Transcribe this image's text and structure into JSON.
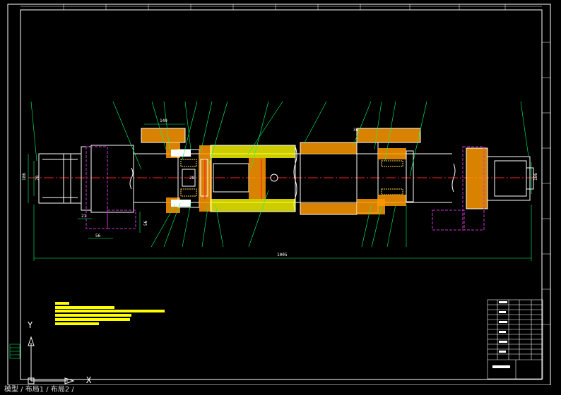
{
  "colors": {
    "background": "#000000",
    "border": "#ffffff",
    "centerline": "#ff2020",
    "outline": "#ffffff",
    "hatch": "#ff9900",
    "section_hatch": "#ffff00",
    "dimension": "#00ff66",
    "leader": "#00ff66",
    "hidden": "#cc33cc",
    "spring": "#ffd24d",
    "tech_notes": "#ffff00",
    "grid_label": "#00ff66"
  },
  "ucs": {
    "y_label": "Y",
    "x_label": "X"
  },
  "dimensions": {
    "overall_length": "1005",
    "left_dia_outer": "186",
    "left_dia_inner": "70",
    "flange_width": "140",
    "small_21": "21",
    "small_56": "56",
    "small_56b": "56",
    "center_28": "28",
    "right_dia": "186",
    "right_36": "36"
  },
  "tabs": {
    "text": "模型 / 布局1 / 布局2 /"
  }
}
